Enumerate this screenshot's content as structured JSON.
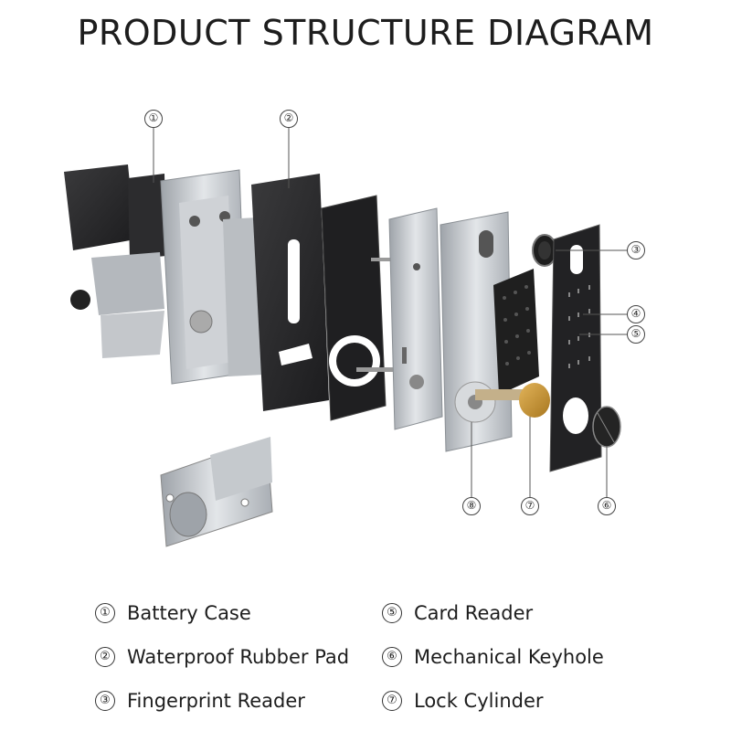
{
  "title": "PRODUCT STRUCTURE DIAGRAM",
  "callouts": [
    {
      "num": "①"
    },
    {
      "num": "②"
    },
    {
      "num": "③"
    },
    {
      "num": "④"
    },
    {
      "num": "⑤"
    },
    {
      "num": "⑥"
    },
    {
      "num": "⑦"
    },
    {
      "num": "⑧"
    }
  ],
  "legend": [
    {
      "num": "①",
      "label": "Battery Case"
    },
    {
      "num": "②",
      "label": "Waterproof Rubber Pad"
    },
    {
      "num": "③",
      "label": "Fingerprint Reader"
    },
    {
      "num": "⑤",
      "label": "Card Reader"
    },
    {
      "num": "⑥",
      "label": "Mechanical Keyhole"
    },
    {
      "num": "⑦",
      "label": "Lock Cylinder"
    }
  ],
  "colors": {
    "black_part": "#2a2a2a",
    "silver_part": "#c9ccd0",
    "pcb": "#1f1f1f",
    "brass": "#c9962f",
    "line": "#555555"
  }
}
